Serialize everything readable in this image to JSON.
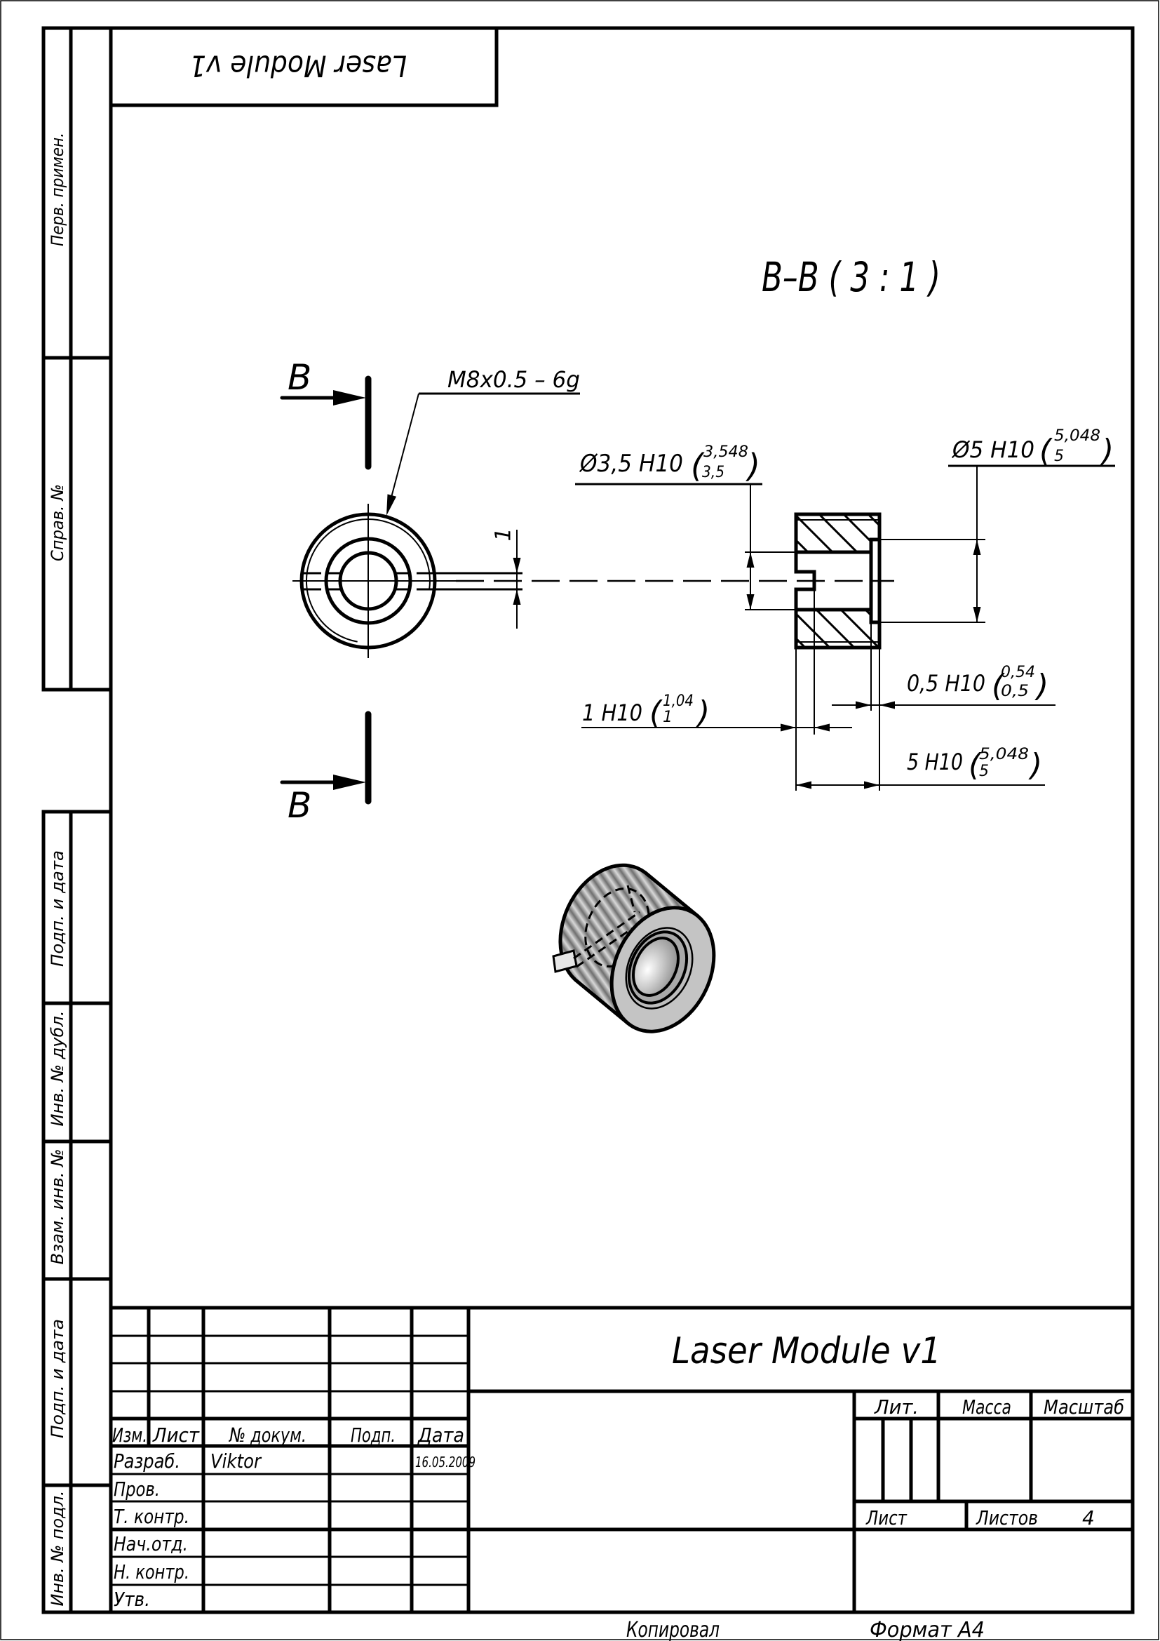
{
  "sheet": {
    "top_stamp": "Laser Module v1",
    "side_strip": [
      "Перв. примен.",
      "Справ. №",
      "Подп. и дата",
      "Инв. № дубл.",
      "Взам. инв. №",
      "Подп. и дата",
      "Инв. № подл."
    ]
  },
  "drawing": {
    "section_title": "B–B ( 3 : 1 )",
    "section_marker_letter": "B",
    "thread_callout": "M8x0.5 – 6g",
    "slot_width_dim": "1",
    "paren_open": "(",
    "paren_close": ")",
    "dimensions": {
      "bore": {
        "main": "Ø3,5 H10",
        "upper": "3,548",
        "lower": "3,5"
      },
      "counterbore": {
        "main": "Ø5 H10",
        "upper": "5,048",
        "lower": "5"
      },
      "counterbore_depth": {
        "main": "0,5 H10",
        "upper": "0,54",
        "lower": "0,5"
      },
      "slot_depth": {
        "main": "1 H10",
        "upper": "1,04",
        "lower": "1"
      },
      "length": {
        "main": "5 H10",
        "upper": "5,048",
        "lower": "5"
      }
    }
  },
  "title_block": {
    "title": "Laser Module v1",
    "headers": [
      "Изм.",
      "Лист",
      "№ докум.",
      "Подп.",
      "Дата"
    ],
    "rows": [
      {
        "role": "Разраб.",
        "name": "Viktor",
        "date": "16.05.2009"
      },
      {
        "role": "Пров."
      },
      {
        "role": "Т. контр."
      },
      {
        "role": "Нач.отд."
      },
      {
        "role": "Н. контр."
      },
      {
        "role": "Утв."
      }
    ],
    "lit_label": "Лит.",
    "mass_label": "Масса",
    "scale_label": "Масштаб",
    "sheet_label": "Лист",
    "sheets_label": "Листов",
    "sheets_count": "4"
  },
  "footer": {
    "copied": "Копировал",
    "format": "Формат A4"
  }
}
